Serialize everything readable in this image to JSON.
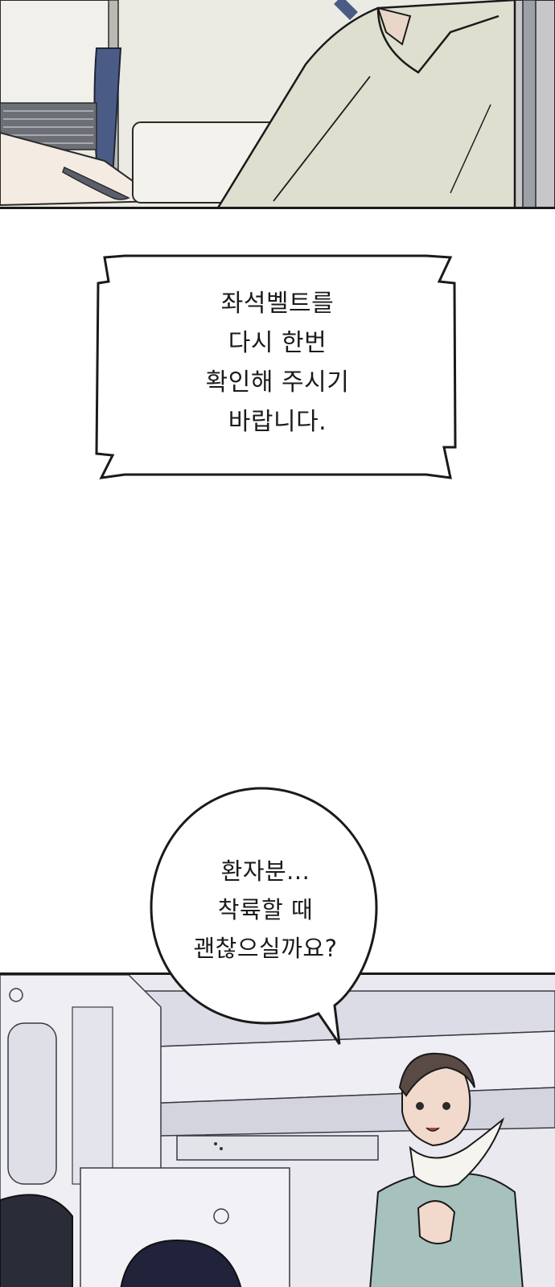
{
  "panels": {
    "top": {
      "scene": "airplane-seat-passenger"
    },
    "bottom": {
      "scene": "airplane-cabin-flight-attendant"
    }
  },
  "shout_bubble": {
    "lines": [
      "좌석벨트를",
      "다시 한번",
      "확인해 주시기",
      "바랍니다."
    ]
  },
  "speech_bubble": {
    "lines": [
      "환자분...",
      "착륙할 때",
      "괜찮으실까요?"
    ]
  },
  "colors": {
    "ink": "#1a1a1a",
    "shirt": "#dedfcf",
    "cabin": "#e6e6ee",
    "uniform": "#a7c1bd",
    "seat_blue": "#4a5c86"
  }
}
